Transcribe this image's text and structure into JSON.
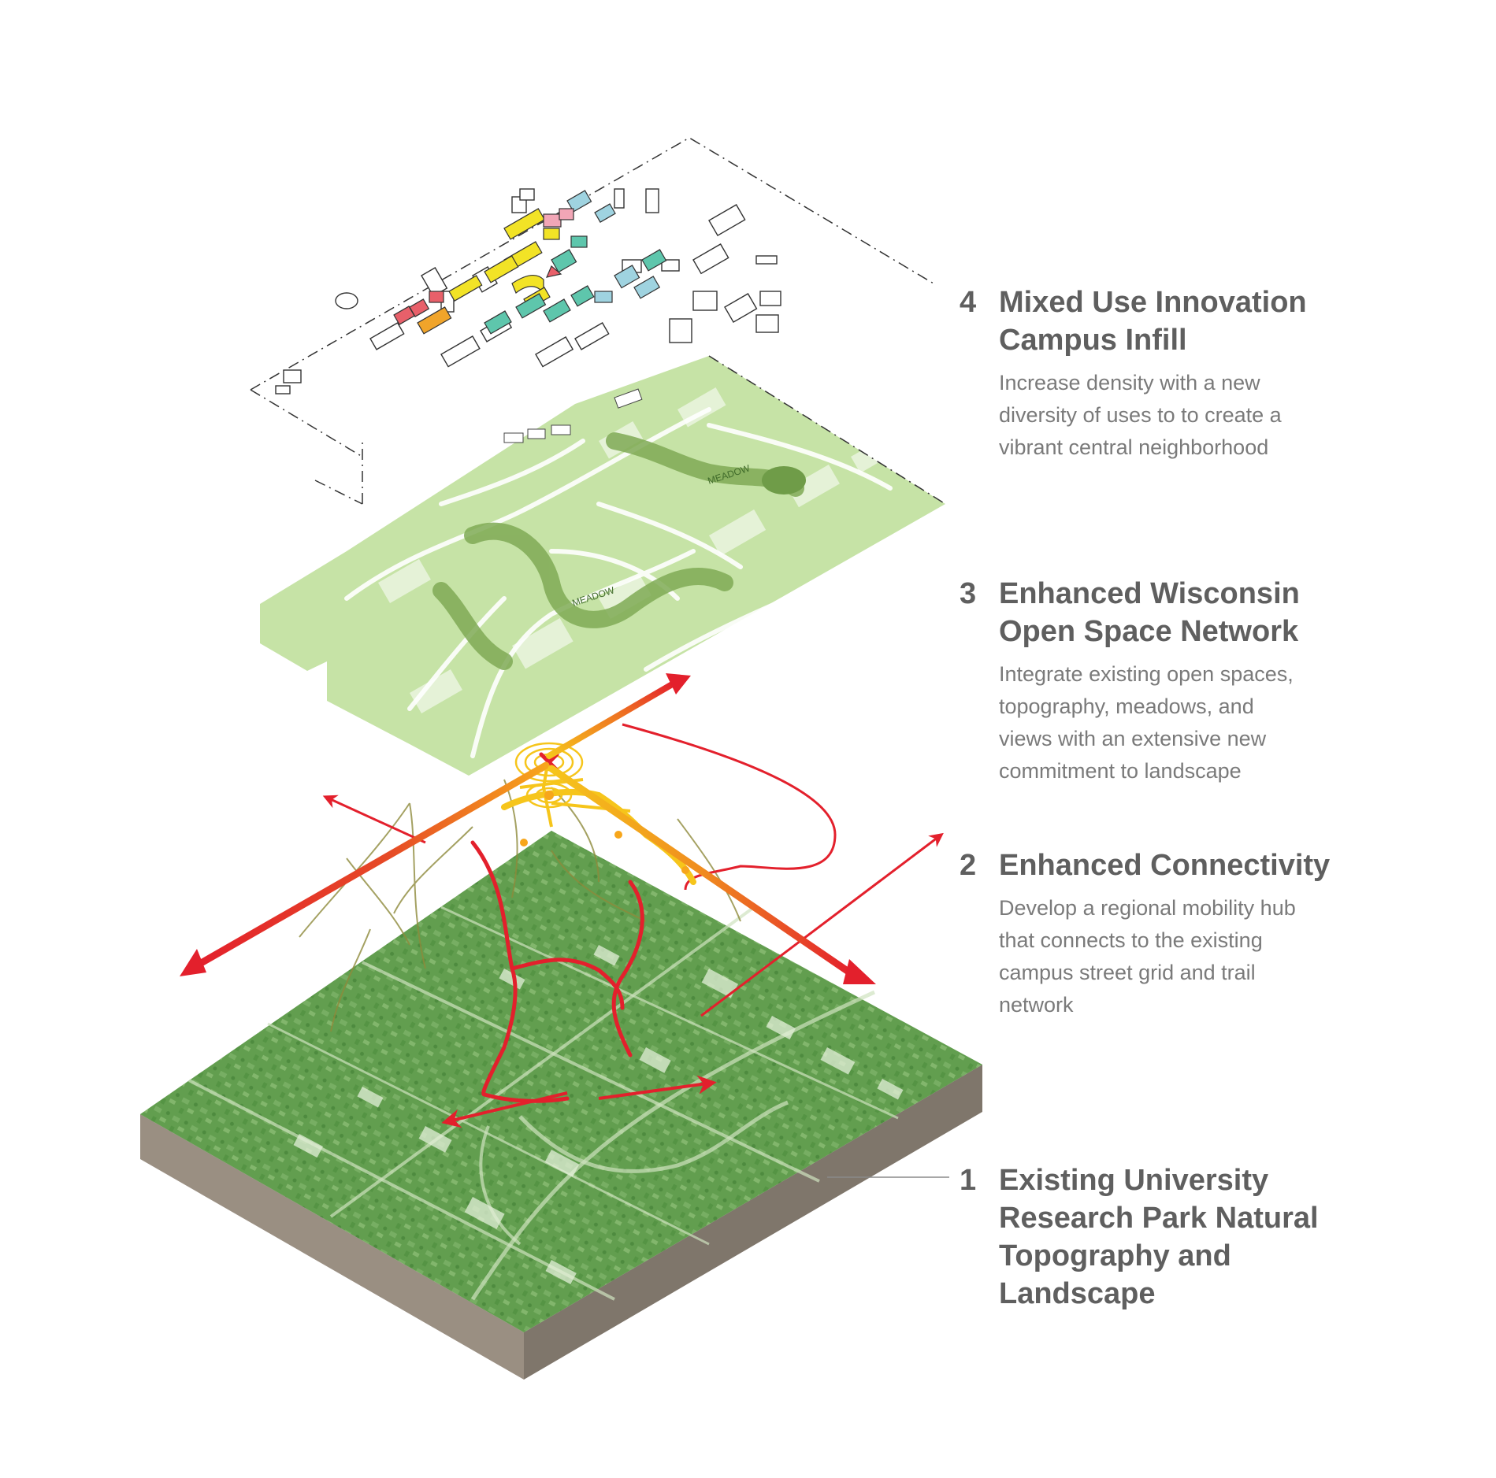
{
  "layers": [
    {
      "number": "4",
      "title": "Mixed Use Innovation\nCampus Infill",
      "description": "Increase density with a new\ndiversity of uses to to create a\nvibrant central neighborhood"
    },
    {
      "number": "3",
      "title": "Enhanced Wisconsin\nOpen Space Network",
      "description": "Integrate existing open spaces,\ntopography, meadows, and\nviews with an extensive new\ncommitment to landscape"
    },
    {
      "number": "2",
      "title": "Enhanced Connectivity",
      "description": "Develop a regional mobility hub\nthat connects to the existing\ncampus street grid and trail\nnetwork"
    },
    {
      "number": "1",
      "title": "Existing University\nResearch Park Natural\nTopography and\nLandscape",
      "description": ""
    }
  ],
  "map_labels": {
    "meadow_east": "MEADOW",
    "meadow_west": "MEADOW"
  },
  "colors": {
    "text_title": "#5f5f5f",
    "text_body": "#7a7a7a",
    "ground_green": "#5f9a4c",
    "ground_side": "#8c8275",
    "openspace_light": "#c6e3a6",
    "openspace_dark": "#7faa55",
    "route_red": "#e3202c",
    "route_orange": "#f7a61b",
    "route_yellow": "#f6c51b",
    "building_yellow": "#f2e326",
    "building_teal": "#5ec6ac",
    "building_blue": "#9fd3e0",
    "building_red": "#e8606a",
    "building_orange": "#f0a42a",
    "building_pink": "#f2a6b6"
  }
}
